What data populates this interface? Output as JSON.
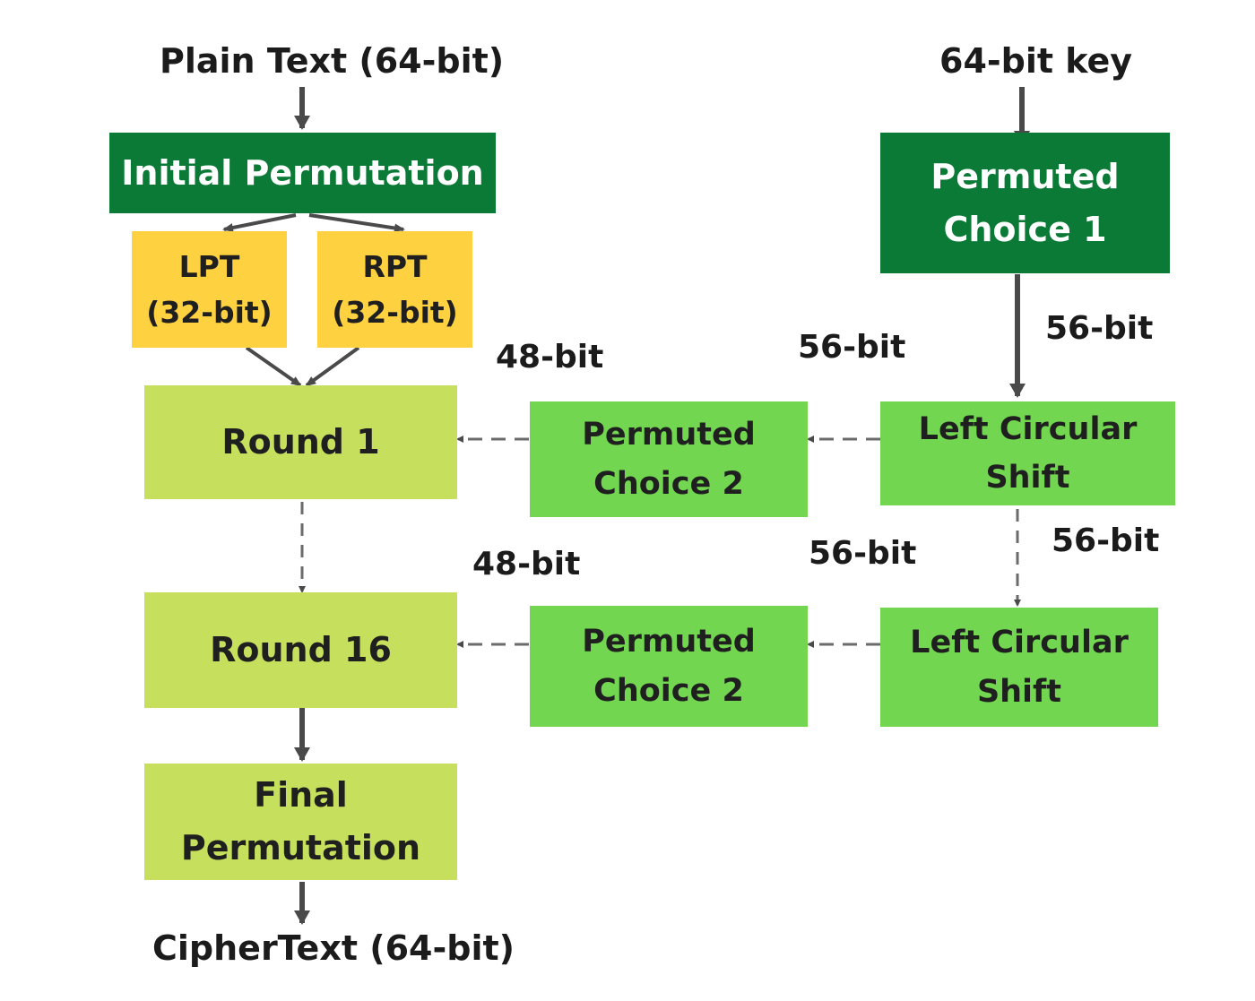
{
  "colors": {
    "dark_green": "#0a7a36",
    "yellow": "#fdd13f",
    "light_green": "#c6e05d",
    "mid_green": "#72d651",
    "arrow": "#4a4a4a"
  },
  "labels": {
    "plain_text": "Plain Text (64-bit)",
    "cipher_text": "CipherText (64-bit)",
    "key": "64-bit key"
  },
  "boxes": {
    "initial_permutation": "Initial Permutation",
    "lpt": "LPT\n(32-bit)",
    "rpt": "RPT\n(32-bit)",
    "round_1": "Round 1",
    "round_16": "Round 16",
    "final_permutation": "Final\nPermutation",
    "permuted_choice_1": "Permuted\nChoice 1",
    "permuted_choice_2_a": "Permuted\nChoice 2",
    "permuted_choice_2_b": "Permuted\nChoice 2",
    "left_circular_shift_a": "Left Circular\nShift",
    "left_circular_shift_b": "Left Circular\nShift"
  },
  "bit_labels": {
    "pc1_to_shift": "56-bit",
    "shift_to_pc2_a": "56-bit",
    "pc2_to_round1": "48-bit",
    "shift_a_to_shift_b": "56-bit",
    "shift_to_pc2_b": "56-bit",
    "pc2_to_round16": "48-bit"
  }
}
